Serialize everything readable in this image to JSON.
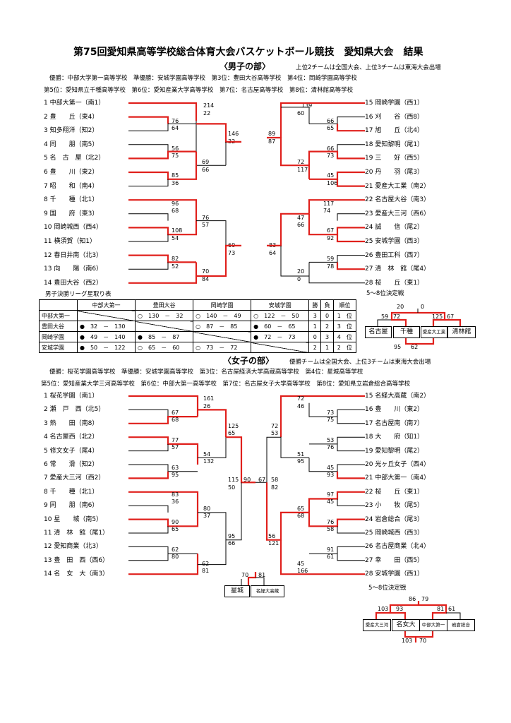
{
  "title": "第75回愛知県高等学校総合体育大会バスケットボール競技　愛知県大会　結果",
  "boys": {
    "heading": "〈男子の部〉",
    "note": "上位2チームは全国大会、上位3チームは東海大会出場",
    "results_1": "優勝：中部大学第一高等学校　準優勝：安城学園高等学校　第3位：豊田大谷高等学校　第4位：岡崎学園高等学校",
    "results_2": "第5位：愛知県立千種高等学校　第6位：愛知産業大学高等学校　第7位：名古屋高等学校　第8位：清林館高等学校",
    "left_teams": [
      "1 中部大第一（南1）",
      "2 豊　　丘（東4）",
      "3 知多翔洋（知2）",
      "4 同　　朋（南5）",
      "5 名　古　屋（北2）",
      "6 豊　　川（東2）",
      "7 昭　　和（南4）",
      "8 千　　種（北1）",
      "9 国　　府（東3）",
      "10 岡崎城西（西4）",
      "11 横須賀（知1）",
      "12 春日井南（北3）",
      "13 向　　陽（南6）",
      "14 豊田大谷（西2）"
    ],
    "right_teams": [
      "15 岡崎学園（西1）",
      "16 刈　　谷（西8）",
      "17 旭　　丘（北4）",
      "18 愛知黎明（尾1）",
      "19 三　　好（西5）",
      "20 丹　　羽（尾3）",
      "21 愛産大工業（南2）",
      "22 名古屋大谷（南3）",
      "23 愛産大三河（西6）",
      "24 誠　　信（尾2）",
      "25 安城学園（西3）",
      "26 豊田工科（西7）",
      "27 清　林　館（尾4）",
      "28 桜　　丘（東1）"
    ],
    "scores_left": [
      "214",
      "22",
      "76",
      "64",
      "56",
      "75",
      "85",
      "36",
      "69",
      "66",
      "146",
      "32",
      "96",
      "68",
      "108",
      "54",
      "76",
      "57",
      "82",
      "52",
      "70",
      "84",
      "60",
      "73"
    ],
    "scores_right": [
      "139",
      "60",
      "66",
      "65",
      "89",
      "87",
      "66",
      "73",
      "72",
      "117",
      "45",
      "106",
      "117",
      "74",
      "47",
      "66",
      "67",
      "92",
      "83",
      "64",
      "59",
      "78",
      "20",
      "0"
    ],
    "league_caption": "男子決勝リーグ星取り表",
    "league_head": [
      "",
      "中部大第一",
      "豊田大谷",
      "岡崎学園",
      "安城学園",
      "勝",
      "負",
      "順位"
    ],
    "league_rows": [
      [
        "中部大第一",
        "",
        "○　130　－　32",
        "○　140　－　49",
        "○　122　－　50",
        "3",
        "0",
        "1　位"
      ],
      [
        "豊田大谷",
        "●　32　－　130",
        "",
        "○　87　－　85",
        "●　60　－　65",
        "1",
        "2",
        "3　位"
      ],
      [
        "岡崎学園",
        "●　49　－　140",
        "●　85　－　87",
        "",
        "●　72　－　73",
        "0",
        "3",
        "4　位"
      ],
      [
        "安城学園",
        "●　50　－　122",
        "○　65　－　60",
        "○　73　－　72",
        "",
        "2",
        "1",
        "2　位"
      ]
    ],
    "place_title": "5～8位決定戦",
    "place_scores": [
      "20",
      "0",
      "59",
      "72",
      "125",
      "67",
      "95",
      "62"
    ],
    "place_teams": [
      "名古屋",
      "千種",
      "愛産大工業",
      "清林館"
    ]
  },
  "girls": {
    "heading": "〈女子の部〉",
    "note": "優勝チームは全国大会、上位3チームは東海大会出場",
    "results_1": "優勝：桜花学園高等学校　準優勝：安城学園高等学校　第3位：名古屋経済大学高蔵高等学校　第4位：星城高等学校",
    "results_2": "第5位：愛知産業大学三河高等学校　第6位：中部大第一高等学校　第7位：名古屋女子大学高等学校　第8位：愛知県立岩倉総合高等学校",
    "left_teams": [
      "1 桜花学園（南1）",
      "2 瀬　戸　西（北5）",
      "3 熱　　田（南8）",
      "4 名古屋西（北2）",
      "5 修文女子（尾4）",
      "6 常　　滑（知2）",
      "7 愛産大三河（西2）",
      "8 千　　種（北1）",
      "9 同　　朋（南6）",
      "10 星　　城（南5）",
      "11 清　林　館（尾1）",
      "12 愛知商業（北3）",
      "13 豊　田　西（西6）",
      "14 名　女　大（南3）"
    ],
    "right_teams": [
      "15 名経大高蔵（南2）",
      "16 豊　　川（東2）",
      "17 名古屋南（南7）",
      "18 大　　府（知1）",
      "19 愛知黎明（尾2）",
      "20 光ヶ丘女子（西4）",
      "21 中部大第一（南4）",
      "22 桜　　丘（東1）",
      "23 小　　牧（尾5）",
      "24 岩倉総合（尾3）",
      "25 岡崎城西（西3）",
      "26 名古屋商業（北4）",
      "27 幸　　田（西5）",
      "28 安城学園（西1）"
    ],
    "scores_left": [
      "161",
      "26",
      "67",
      "68",
      "77",
      "57",
      "54",
      "132",
      "63",
      "95",
      "125",
      "65",
      "83",
      "36",
      "90",
      "65",
      "80",
      "37",
      "62",
      "80",
      "95",
      "66",
      "62",
      "81",
      "115",
      "50",
      "90"
    ],
    "scores_right": [
      "72",
      "46",
      "73",
      "75",
      "53",
      "76",
      "45",
      "93",
      "51",
      "95",
      "72",
      "53",
      "97",
      "45",
      "76",
      "58",
      "91",
      "61",
      "65",
      "68",
      "45",
      "166",
      "56",
      "121",
      "58",
      "82",
      "67"
    ],
    "final_scores": [
      "70",
      "81"
    ],
    "final_teams": [
      "星城",
      "名経大高蔵"
    ],
    "place_title": "5～8位決定戦",
    "place_scores": [
      "86",
      "79",
      "103",
      "93",
      "81",
      "61",
      "103",
      "70"
    ],
    "place_teams": [
      "愛産大三河",
      "名女大",
      "中部大第一",
      "岩倉総合"
    ]
  }
}
